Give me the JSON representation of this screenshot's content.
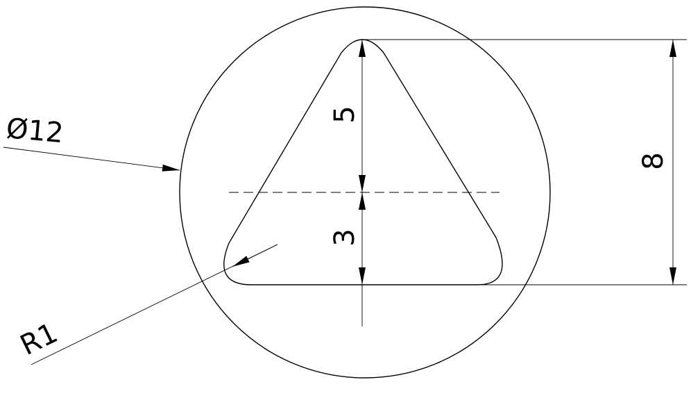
{
  "drawing": {
    "diameter_label": "Ø12",
    "radius_label": "R1",
    "dim_upper": "5",
    "dim_lower": "3",
    "dim_total": "8",
    "colors": {
      "line": "#000000",
      "background": "#ffffff"
    }
  }
}
